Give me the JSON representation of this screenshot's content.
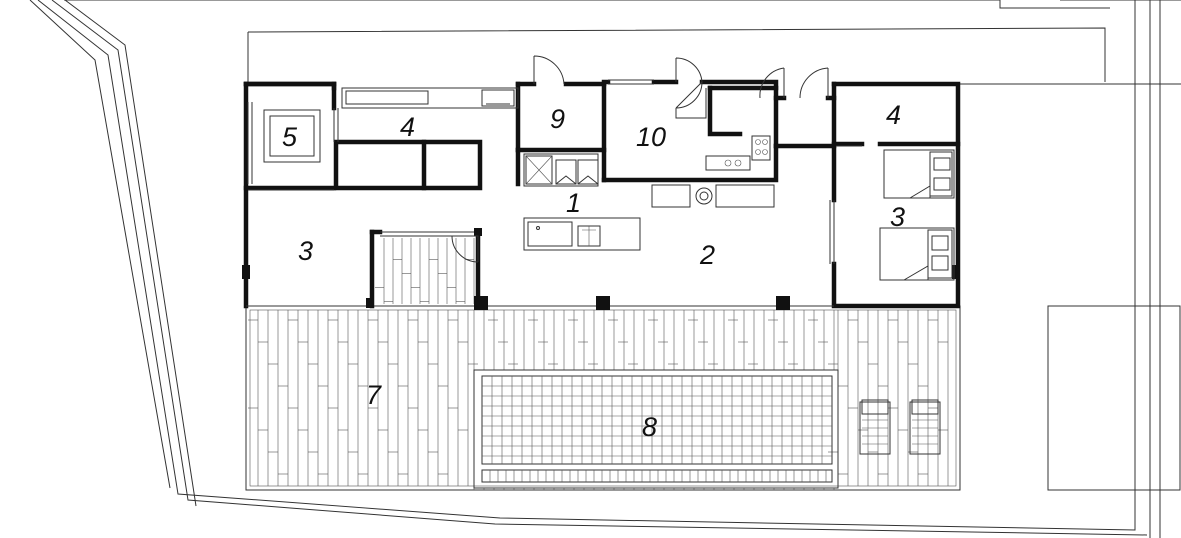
{
  "plan": {
    "labels": {
      "r1": "1",
      "r2": "2",
      "r3a": "3",
      "r3b": "3",
      "r4a": "4",
      "r4b": "4",
      "r5": "5",
      "r7": "7",
      "r8": "8",
      "r9": "9",
      "r10": "10"
    },
    "colors": {
      "wall": "#111111",
      "line": "#333333",
      "background": "#ffffff"
    }
  }
}
